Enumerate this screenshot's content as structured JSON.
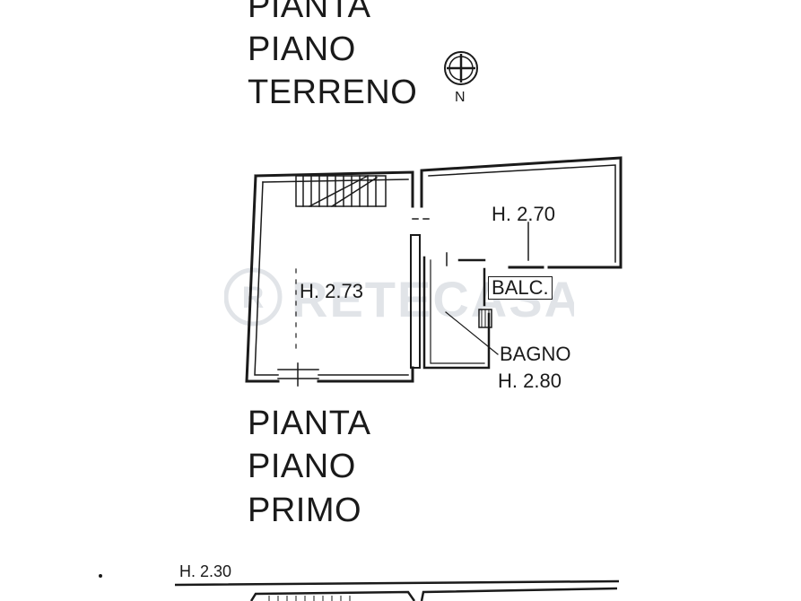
{
  "ground_floor_title": {
    "line1": "PIANTA",
    "line2": "PIANO",
    "line3": "TERRENO"
  },
  "compass": {
    "label": "N",
    "icon": "north-arrow-icon"
  },
  "first_floor_title": {
    "line1": "PIANTA",
    "line2": "PIANO",
    "line3": "PRIMO"
  },
  "rooms": {
    "room_left_height": "H. 2.73",
    "room_right_height": "H. 2.70",
    "balcony_label": "BALC.",
    "bathroom_label": "BAGNO",
    "bathroom_height": "H. 2.80"
  },
  "lower_plan": {
    "height_label": "H. 2.30"
  },
  "watermark": {
    "text": "RETECASA",
    "icon": "retecasa-logo-icon"
  },
  "colors": {
    "ink": "#1a1a1a",
    "paper": "#ffffff",
    "watermark": "#7a8a9a"
  }
}
